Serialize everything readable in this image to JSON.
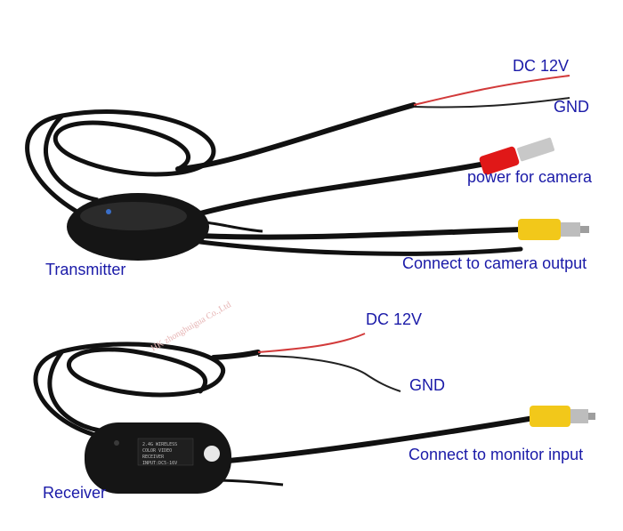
{
  "colors": {
    "label_text": "#1a1aa8",
    "cable": "#111111",
    "wire_red": "#d23a3a",
    "wire_black": "#222222",
    "rca_yellow": "#f2c81a",
    "dc_plug_red": "#e01818"
  },
  "transmitter": {
    "label": "Transmitter",
    "dc_label": "DC 12V",
    "gnd_label": "GND",
    "power_label": "power for camera",
    "output_label": "Connect to camera output"
  },
  "receiver": {
    "label": "Receiver",
    "dc_label": "DC 12V",
    "gnd_label": "GND",
    "input_label": "Connect to monitor input"
  },
  "watermark": {
    "text": "HK zhonghuigua Co.,Ltd"
  }
}
